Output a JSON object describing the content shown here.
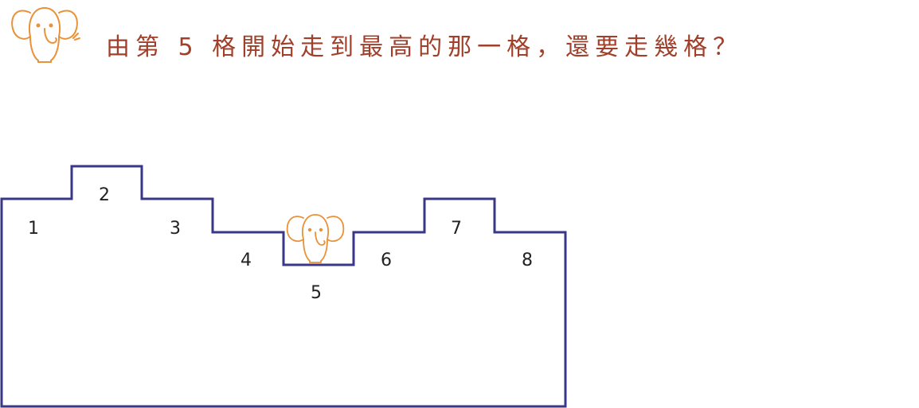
{
  "question": {
    "text": "由第 5 格開始走到最高的那一格，還要走幾格？"
  },
  "steps": {
    "labels": [
      "1",
      "2",
      "3",
      "4",
      "5",
      "6",
      "7",
      "8"
    ],
    "current_step": 5
  },
  "colors": {
    "question_text": "#a0402a",
    "elephant": "#e8923a",
    "outline": "#3a3788"
  },
  "icons": {
    "header": "elephant-icon",
    "marker": "elephant-marker-icon"
  }
}
